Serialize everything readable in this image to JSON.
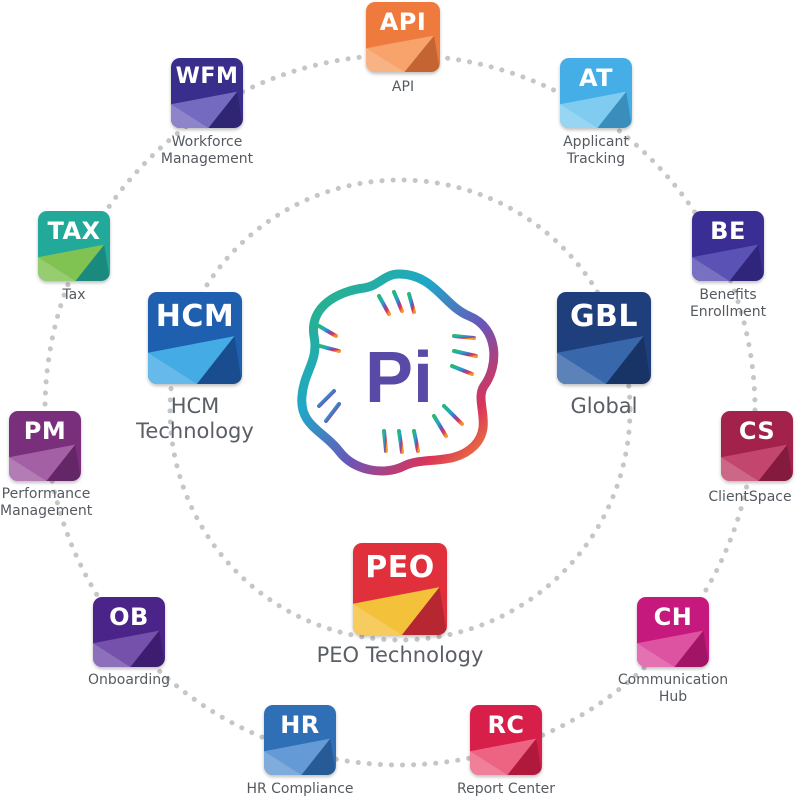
{
  "center": {
    "text": "Pi"
  },
  "nodes": {
    "api": {
      "abbr": "API",
      "label": [
        "API"
      ],
      "color": "#ee7a3e",
      "light": "#f7a770"
    },
    "at": {
      "abbr": "AT",
      "label": [
        "Applicant",
        "Tracking"
      ],
      "color": "#46aee6",
      "light": "#86cff2"
    },
    "be": {
      "abbr": "BE",
      "label": [
        "Benefits",
        "Enrollment"
      ],
      "color": "#3a2e95",
      "light": "#5f56b8"
    },
    "cs": {
      "abbr": "CS",
      "label": [
        "ClientSpace"
      ],
      "color": "#a2224c",
      "light": "#c54a72"
    },
    "ch": {
      "abbr": "CH",
      "label": [
        "Communication",
        "Hub"
      ],
      "color": "#c5197d",
      "light": "#e05aa5"
    },
    "rc": {
      "abbr": "RC",
      "label": [
        "Report Center"
      ],
      "color": "#d81f4a",
      "light": "#ef6b8a"
    },
    "hr": {
      "abbr": "HR",
      "label": [
        "HR Compliance"
      ],
      "color": "#2f6fb6",
      "light": "#6a9fd8"
    },
    "ob": {
      "abbr": "OB",
      "label": [
        "Onboarding"
      ],
      "color": "#4a2488",
      "light": "#7a56b0"
    },
    "pm": {
      "abbr": "PM",
      "label": [
        "Performance",
        "Management"
      ],
      "color": "#7a2f7d",
      "light": "#a866a8"
    },
    "tax": {
      "abbr": "TAX",
      "label": [
        "Tax"
      ],
      "color": "#22a99a",
      "light": "#8cc54a"
    },
    "wfm": {
      "abbr": "WFM",
      "label": [
        "Workforce",
        "Management"
      ],
      "color": "#3a2e8c",
      "light": "#7b71c4"
    },
    "hcm": {
      "abbr": "HCM",
      "label": [
        "HCM",
        "Technology"
      ],
      "color": "#1f5fb0",
      "light": "#48b4ea"
    },
    "gbl": {
      "abbr": "GBL",
      "label": [
        "Global"
      ],
      "color": "#1e3f7c",
      "light": "#3b6db0"
    },
    "peo": {
      "abbr": "PEO",
      "label": [
        "PEO Technology"
      ],
      "color": "#e0303c",
      "light": "#f5d23a"
    }
  }
}
